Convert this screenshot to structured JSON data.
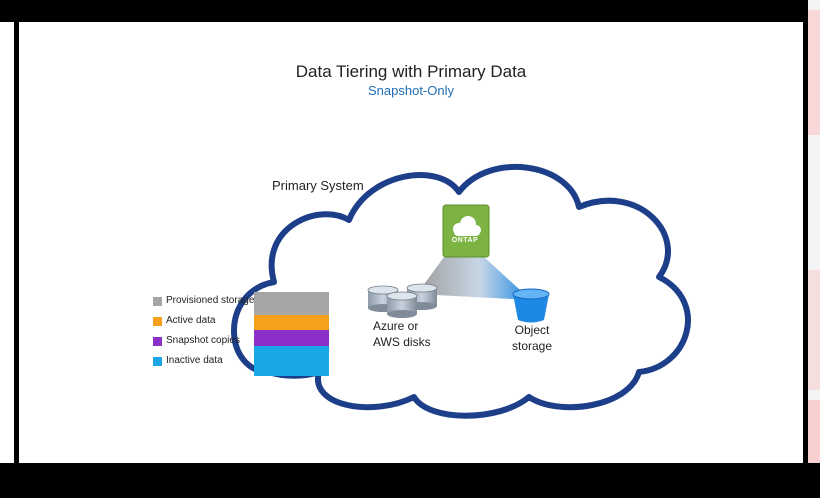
{
  "slide": {
    "title": "Data Tiering with Primary Data",
    "subtitle": "Snapshot-Only",
    "cloud_label": "Primary System",
    "ontap_label": "ONTAP",
    "disks_label_line1": "Azure or",
    "disks_label_line2": "AWS disks",
    "object_label_line1": "Object",
    "object_label_line2": "storage"
  },
  "legend": [
    {
      "label": "Provisioned storage",
      "color": "#a6a6a6"
    },
    {
      "label": "Active data",
      "color": "#f5a11c"
    },
    {
      "label": "Snapshot copies",
      "color": "#8b2fc9"
    },
    {
      "label": "Inactive data",
      "color": "#1aa7e8"
    }
  ],
  "colors": {
    "cloud_outline": "#1d3f8a",
    "ontap_tile": "#7cb342",
    "subtitle": "#1f6fb5",
    "bucket": "#1e88e5"
  }
}
